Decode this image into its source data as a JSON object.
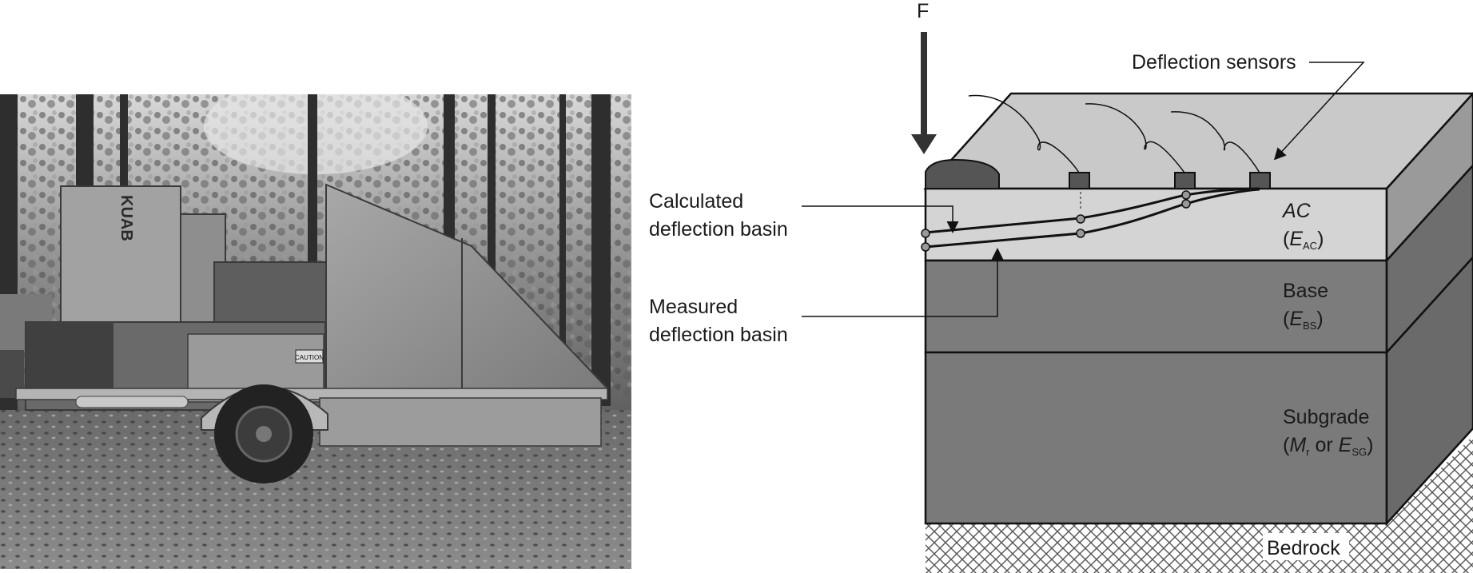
{
  "photo": {
    "description_icon": "fwd-trailer-photo",
    "brand_text": "KUAB",
    "caution_text": "CAUTION"
  },
  "diagram": {
    "force_label": "F",
    "deflection_sensors_label": "Deflection sensors",
    "calculated_basin_label_1": "Calculated",
    "calculated_basin_label_2": "deflection basin",
    "measured_basin_label_1": "Measured",
    "measured_basin_label_2": "deflection basin",
    "layers": {
      "ac": {
        "name": "AC",
        "modulus_open": "(",
        "modulus_symbol": "E",
        "modulus_sub": "AC",
        "modulus_close": ")"
      },
      "base": {
        "name": "Base",
        "modulus_open": "(",
        "modulus_symbol": "E",
        "modulus_sub": "BS",
        "modulus_close": ")"
      },
      "subgrade": {
        "name": "Subgrade",
        "modulus_open": "(",
        "modulus_symbol_1": "M",
        "modulus_sub_1": "r",
        "modulus_mid": " or ",
        "modulus_symbol_2": "E",
        "modulus_sub_2": "SG",
        "modulus_close": ")"
      },
      "bedrock": {
        "name": "Bedrock"
      }
    },
    "colors": {
      "ac_face": "#d4d4d4",
      "ac_top": "#c4c4c4",
      "base_face": "#7c7c7c",
      "subgrade_face": "#7a7a7a",
      "side_face": "#6e6e6e",
      "side_light": "#9a9a9a",
      "outline": "#111111"
    }
  }
}
